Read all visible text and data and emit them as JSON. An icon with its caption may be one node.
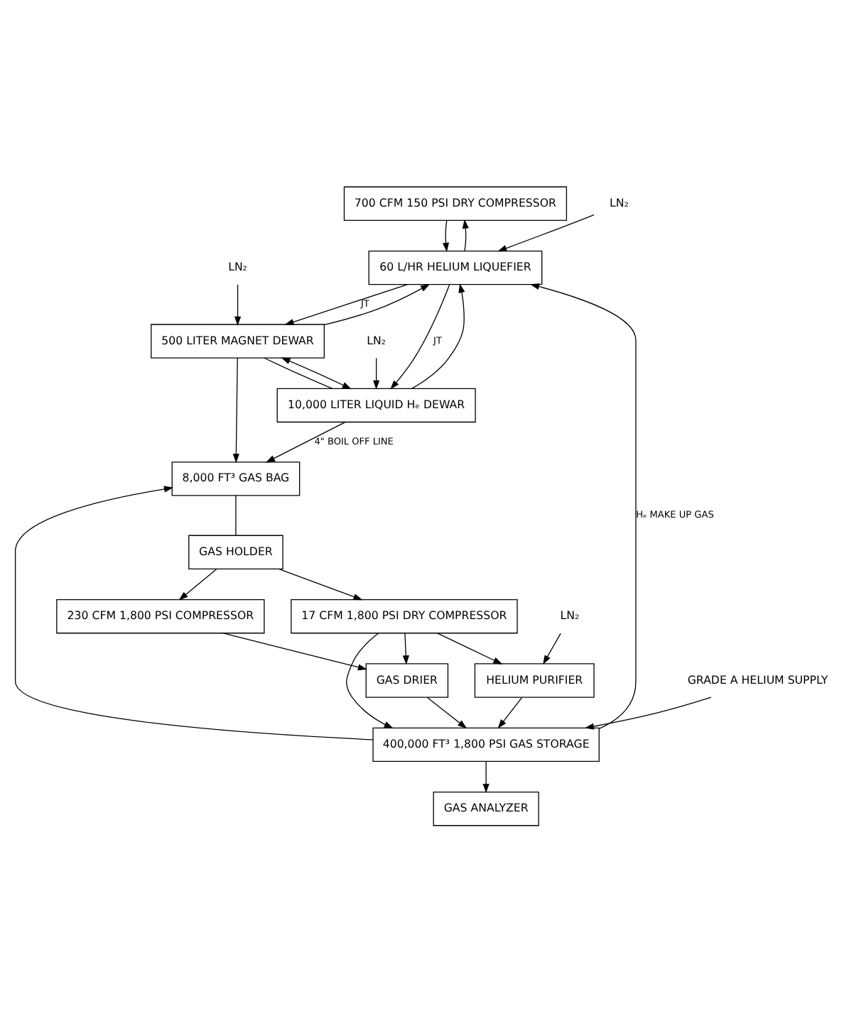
{
  "diagram": {
    "nodes": [
      {
        "text": [
          "700 CFM 150 PSI DRY COMPRESSOR"
        ]
      },
      {
        "text": [
          "60 L/HR HELIUM LIQUEFIER"
        ]
      },
      {
        "text": [
          "500 LITER MAGNET DEWAR"
        ]
      },
      {
        "text": [
          "10,000 LITER LIQUID Hₑ DEWAR"
        ]
      },
      {
        "text": [
          "8,000 FT³ GAS BAG"
        ]
      },
      {
        "text": [
          "GAS HOLDER"
        ]
      },
      {
        "text": [
          "230 CFM 1,800 PSI COMPRESSOR"
        ]
      },
      {
        "text": [
          "400,000 FT³ 1,800 PSI GAS STORAGE"
        ]
      },
      {
        "text": [
          "GAS DRIER"
        ]
      },
      {
        "text": [
          "17 CFM 1,800 PSI DRY COMPRESSOR"
        ]
      },
      {
        "text": [
          "GAS ANALYZER"
        ]
      },
      {
        "text": [
          "HELIUM PURIFIER"
        ]
      },
      {
        "text": [
          "LN₂"
        ]
      },
      {
        "text": [
          "LN₂"
        ]
      },
      {
        "text": [
          "LN₂"
        ]
      },
      {
        "text": [
          "GRADE A HELIUM SUPPLY"
        ]
      },
      {
        "text": [
          "LN₂"
        ]
      }
    ],
    "edges": [
      {
        "from": 0,
        "to": 1,
        "arrow": "to"
      },
      {
        "from": 1,
        "to": 0,
        "arrow": "to"
      },
      {
        "from": 7,
        "to": 1,
        "arrow": "to",
        "label": "Hₑ MAKE UP GAS"
      },
      {
        "from": 12,
        "to": 1,
        "arrow": "to"
      },
      {
        "from": 1,
        "to": 2,
        "arrow": "to",
        "label": "JT"
      },
      {
        "from": 2,
        "to": 1,
        "arrow": "to"
      },
      {
        "from": 1,
        "to": 3,
        "arrow": "to",
        "label": "JT"
      },
      {
        "from": 3,
        "to": 1,
        "arrow": "to"
      },
      {
        "from": 2,
        "to": 3,
        "arrow": "none"
      },
      {
        "from": 2,
        "to": 3,
        "arrow": "both"
      },
      {
        "from": 13,
        "to": 2,
        "arrow": "to"
      },
      {
        "from": 14,
        "to": 3,
        "arrow": "to"
      },
      {
        "from": 2,
        "to": 4,
        "arrow": "to"
      },
      {
        "from": 3,
        "to": 4,
        "arrow": "to",
        "label": "4\" BOIL OFF LINE"
      },
      {
        "from": 4,
        "to": 5,
        "arrow": "none"
      },
      {
        "from": 7,
        "to": 4,
        "arrow": "to"
      },
      {
        "from": 5,
        "to": 6,
        "arrow": "to"
      },
      {
        "from": 5,
        "to": 9,
        "arrow": "to"
      },
      {
        "from": 6,
        "to": 8,
        "arrow": "to"
      },
      {
        "from": 8,
        "to": 7,
        "arrow": "to"
      },
      {
        "from": 15,
        "to": 7,
        "arrow": "to"
      },
      {
        "from": 9,
        "to": 7,
        "arrow": "to"
      },
      {
        "from": 9,
        "to": 8,
        "arrow": "to"
      },
      {
        "from": 7,
        "to": 10,
        "arrow": "to"
      },
      {
        "from": 9,
        "to": 11,
        "arrow": "to"
      },
      {
        "from": 16,
        "to": 11,
        "arrow": "to"
      },
      {
        "from": 11,
        "to": 7,
        "arrow": "to"
      }
    ]
  }
}
